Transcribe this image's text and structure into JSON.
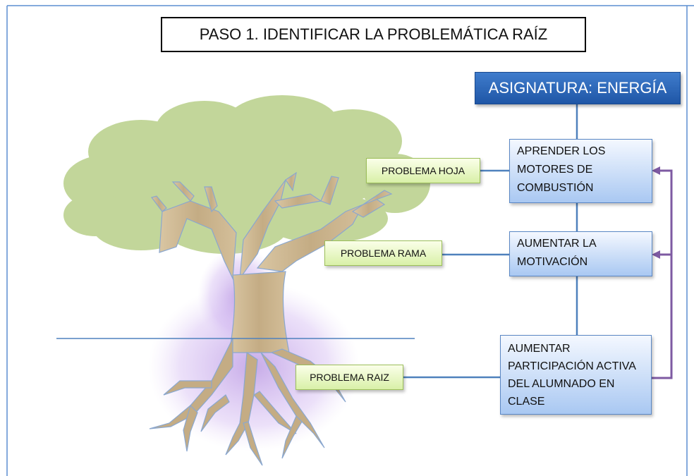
{
  "title": "PASO 1. IDENTIFICAR LA PROBLEMÁTICA RAÍZ",
  "subject": "ASIGNATURA: ENERGÍA",
  "goals": [
    "APRENDER LOS MOTORES DE COMBUSTIÓN",
    "AUMENTAR LA MOTIVACIÓN",
    "AUMENTAR PARTICIPACIÓN ACTIVA DEL ALUMNADO EN CLASE"
  ],
  "problems": [
    "PROBLEMA HOJA",
    "PROBLEMA RAMA",
    "PROBLEMA RAIZ"
  ],
  "colors": {
    "subject_fill": "#2a62b3",
    "goal_fill": "#c9dcf7",
    "problem_fill": "#e8f7c8",
    "foliage": "#c2d69a",
    "trunk": "#c8b48f",
    "root_glow": "#b48fe0",
    "connector_blue": "#4f81bd",
    "connector_purple": "#7e5aa2"
  }
}
